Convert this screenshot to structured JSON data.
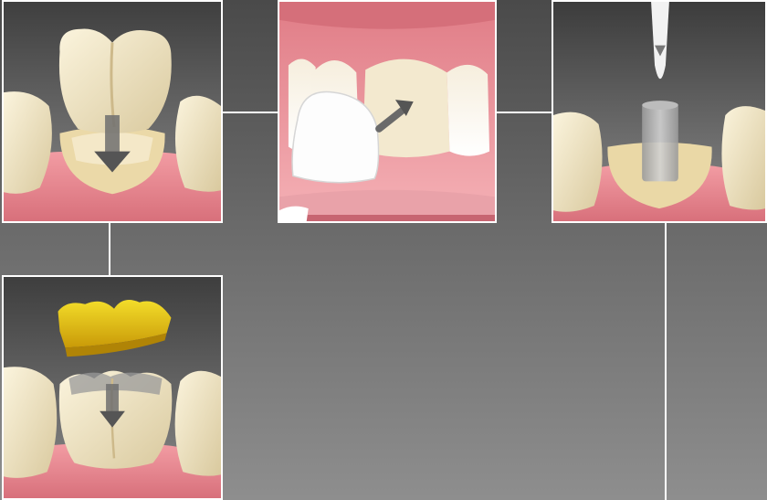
{
  "colors": {
    "background_top": "#4a4a4a",
    "background_bottom": "#8e8e8e",
    "panel_border": "#ffffff",
    "gum": "#e98c94",
    "tooth": "#efe4c4",
    "veneer": "#fbfbfb",
    "gold_inlay": "#e1bb10",
    "arrow": "#6b6b6b",
    "implant_post": "#b8b8b8"
  },
  "panels": [
    {
      "id": "crown",
      "icon": "crown-placement-icon"
    },
    {
      "id": "veneer",
      "icon": "veneer-placement-icon"
    },
    {
      "id": "implant",
      "icon": "implant-post-icon"
    },
    {
      "id": "inlay",
      "icon": "gold-inlay-icon"
    }
  ]
}
